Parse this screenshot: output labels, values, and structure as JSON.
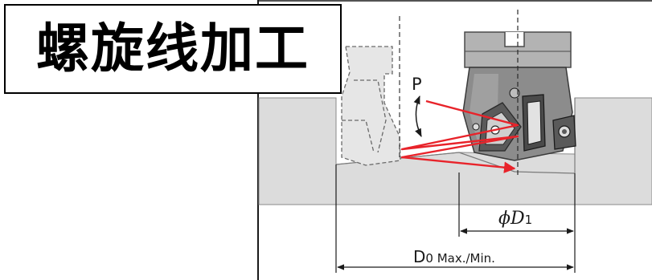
{
  "title": "螺旋线加工",
  "labels": {
    "pitch": "P",
    "d1_symbol": "ϕD",
    "d1_sub": "1",
    "d0_main": "D",
    "d0_sub": "0 Max./Min."
  },
  "colors": {
    "background": "#ffffff",
    "workpiece": "#dcdcdc",
    "cutter_body": "#8c8c8c",
    "cutter_dark": "#4a4a4a",
    "toolpath": "#e8232a",
    "lines": "#1a1a1a"
  }
}
